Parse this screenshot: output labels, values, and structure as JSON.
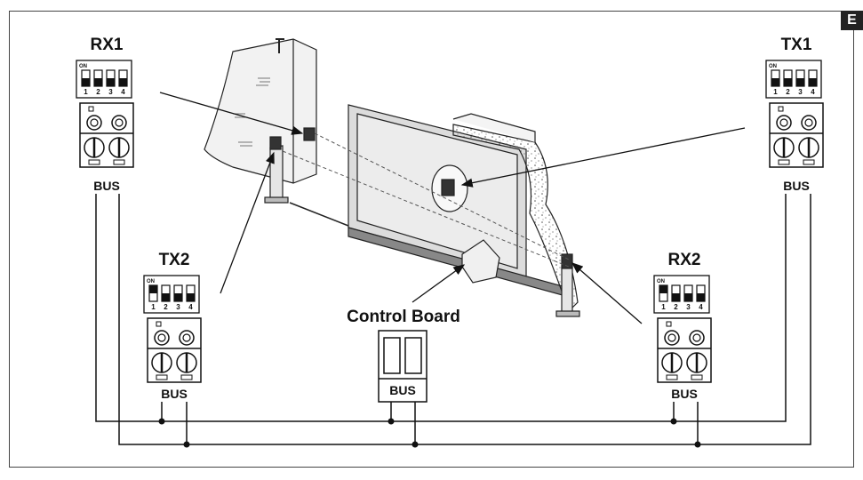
{
  "corner_tab": "E",
  "labels": {
    "rx1": "RX1",
    "tx1": "TX1",
    "tx2": "TX2",
    "rx2": "RX2",
    "control_board": "Control Board"
  },
  "bus_label": "BUS",
  "dip_numbers": [
    "1",
    "2",
    "3",
    "4"
  ],
  "dip_on_label": "ON",
  "dip_switches": {
    "rx1": [
      false,
      false,
      false,
      false
    ],
    "tx1": [
      false,
      false,
      false,
      false
    ],
    "tx2": [
      true,
      false,
      false,
      false
    ],
    "rx2": [
      true,
      false,
      false,
      false
    ]
  }
}
